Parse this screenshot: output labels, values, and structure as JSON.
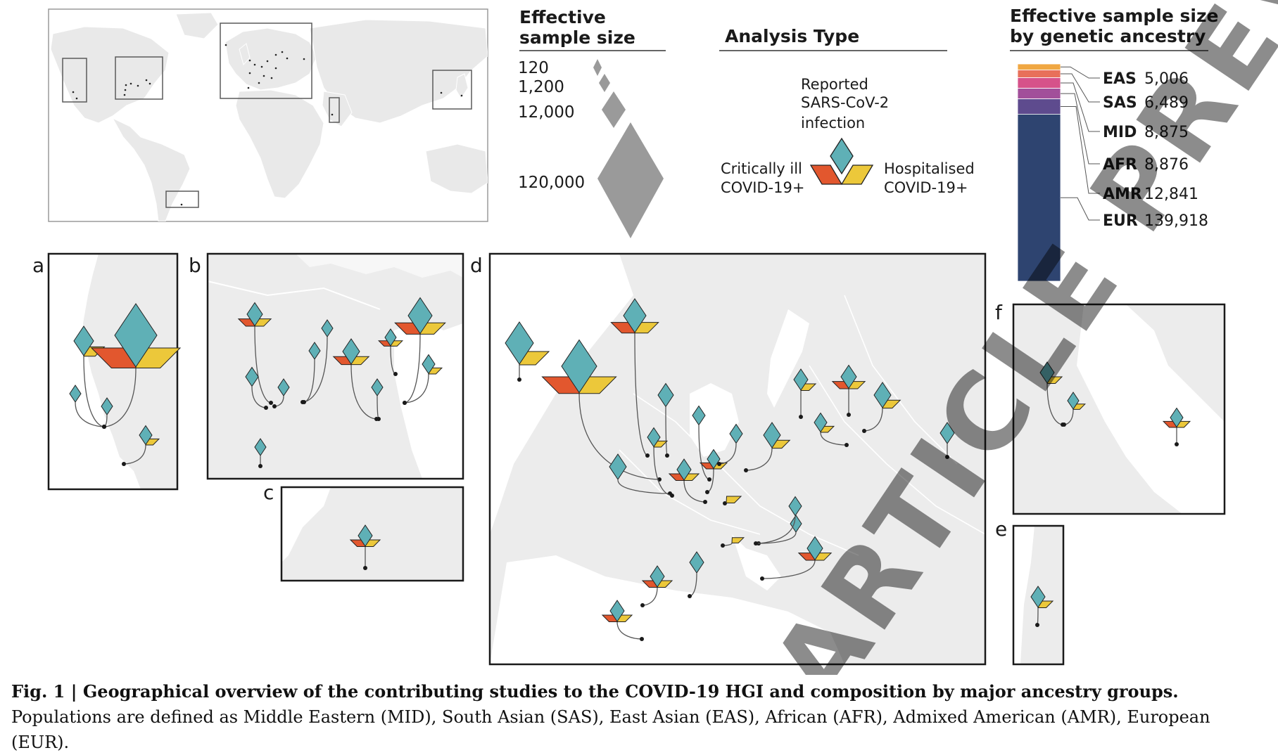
{
  "figure_label": "Fig. 1",
  "caption": {
    "title": "Geographical overview of the contributing studies to the COVID-19 HGI and composition by major ancestry groups.",
    "body": "Populations are defined as Middle Eastern (MID), South Asian (SAS), East Asian (EAS), African (AFR), Admixed American (AMR), European (EUR)."
  },
  "legend_sample_size": {
    "title_line1": "Effective",
    "title_line2": "sample size",
    "levels": [
      "120",
      "1,200",
      "12,000",
      "120,000"
    ]
  },
  "legend_analysis": {
    "title": "Analysis Type",
    "top_label": [
      "Reported",
      "SARS-CoV-2",
      "infection"
    ],
    "left_label": [
      "Critically ill",
      "COVID-19+"
    ],
    "right_label": [
      "Hospitalised",
      "COVID-19+"
    ]
  },
  "ancestry": {
    "title_line1": "Effective sample size",
    "title_line2": "by genetic ancestry",
    "groups": [
      {
        "code": "EAS",
        "value": "5,006",
        "n": 5006,
        "color": "#f0a742"
      },
      {
        "code": "SAS",
        "value": "6,489",
        "n": 6489,
        "color": "#e8705a"
      },
      {
        "code": "MID",
        "value": "8,875",
        "n": 8875,
        "color": "#d6528a"
      },
      {
        "code": "AFR",
        "value": "8,876",
        "n": 8876,
        "color": "#a24f9a"
      },
      {
        "code": "AMR",
        "value": "12,841",
        "n": 12841,
        "color": "#5e4b8e"
      },
      {
        "code": "EUR",
        "value": "139,918",
        "n": 139918,
        "color": "#2e4470"
      }
    ]
  },
  "panels": {
    "a": "a",
    "b": "b",
    "c": "c",
    "d": "d",
    "e": "e",
    "f": "f"
  },
  "colors": {
    "reported": "#5fb0b6",
    "critical": "#e2572e",
    "hospitalised": "#ecc83a",
    "land": "#ececec",
    "legend_diamond": "#9a9a9a"
  },
  "watermark": "ARTICLE PREVIEW"
}
